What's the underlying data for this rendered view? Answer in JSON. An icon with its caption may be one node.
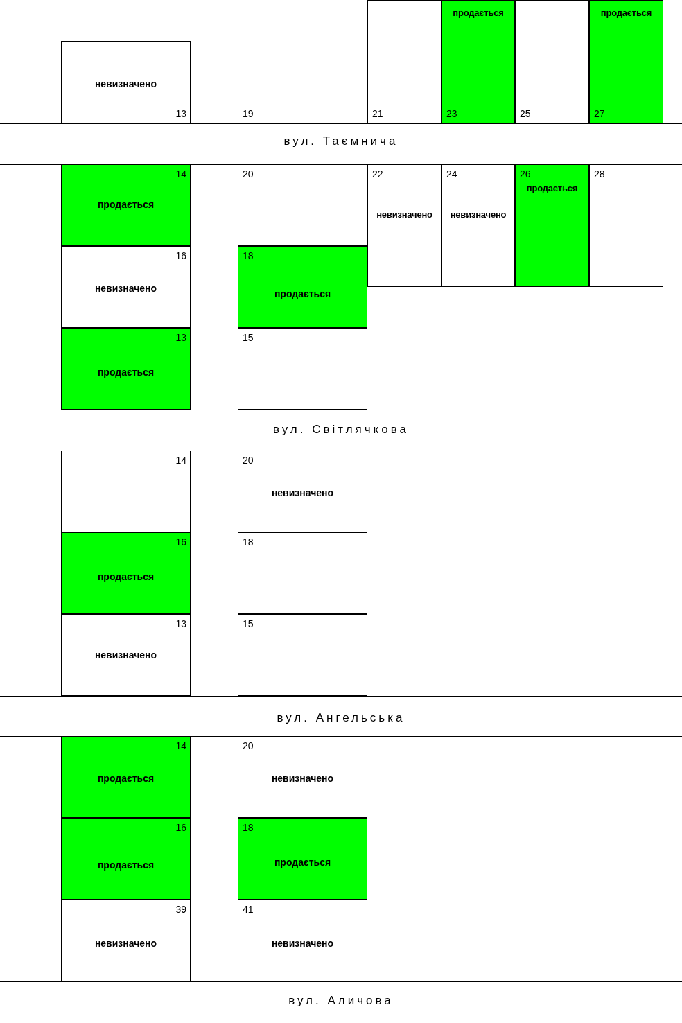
{
  "diagram": {
    "nodes": [
      {
        "text": [
          "невизначено",
          "13"
        ]
      },
      {
        "text": [
          "19"
        ]
      },
      {
        "text": [
          "21"
        ]
      },
      {
        "text": [
          "продається",
          "23"
        ]
      },
      {
        "text": [
          "25"
        ]
      },
      {
        "text": [
          "продається",
          "27"
        ]
      },
      {
        "text": [
          "14",
          "продається"
        ]
      },
      {
        "text": [
          "20"
        ]
      },
      {
        "text": [
          "22",
          "невизначено"
        ]
      },
      {
        "text": [
          "24",
          "невизначено"
        ]
      },
      {
        "text": [
          "26",
          "продається"
        ]
      },
      {
        "text": [
          "28"
        ]
      },
      {
        "text": [
          "16",
          "невизначено"
        ]
      },
      {
        "text": [
          "18",
          "продається"
        ]
      },
      {
        "text": [
          "13",
          "продається"
        ]
      },
      {
        "text": [
          "15"
        ]
      },
      {
        "text": [
          "14"
        ]
      },
      {
        "text": [
          "20",
          "невизначено"
        ]
      },
      {
        "text": [
          "16",
          "продається"
        ]
      },
      {
        "text": [
          "18"
        ]
      },
      {
        "text": [
          "13",
          "невизначено"
        ]
      },
      {
        "text": [
          "15"
        ]
      },
      {
        "text": [
          "14",
          "продається"
        ]
      },
      {
        "text": [
          "20",
          "невизначено"
        ]
      },
      {
        "text": [
          "16",
          "продається"
        ]
      },
      {
        "text": [
          "18",
          "продається"
        ]
      },
      {
        "text": [
          "39",
          "невизначено"
        ]
      },
      {
        "text": [
          "41",
          "невизначено"
        ]
      }
    ],
    "labels": [
      "вул. Таємнича",
      "вул. Світлячкова",
      "вул. Ангельська",
      "вул. Аличова"
    ]
  }
}
